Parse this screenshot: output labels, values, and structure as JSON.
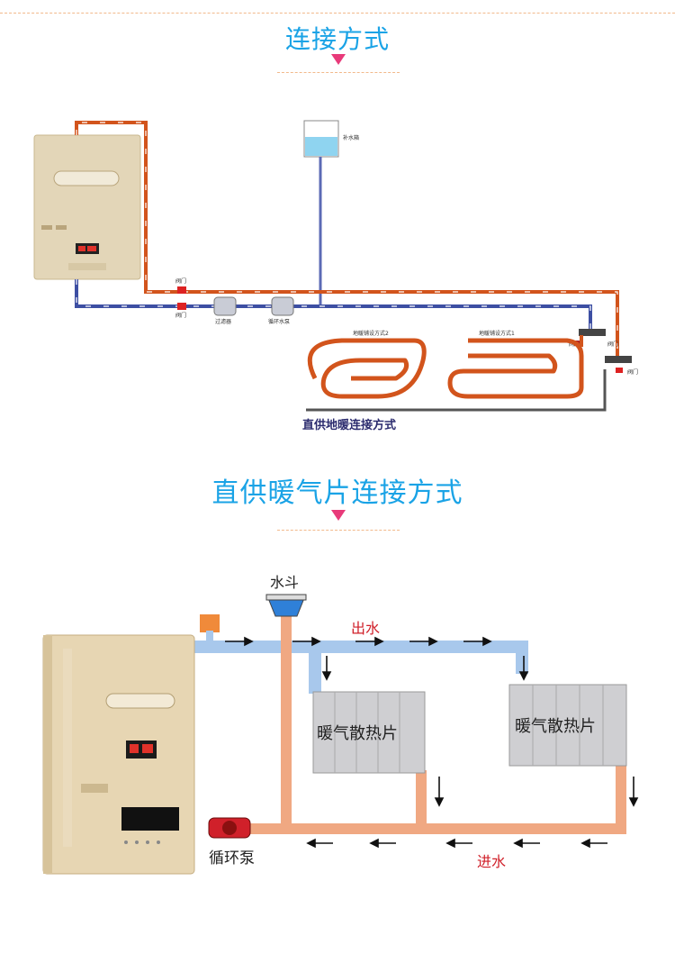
{
  "section1": {
    "title": "连接方式",
    "labels": {
      "water_tank": "补水箱",
      "valve_top": "阀门",
      "valve_bottom": "阀门",
      "filter": "过滤器",
      "pump": "循环水泵",
      "floor_method2": "地暖铺设方式2",
      "floor_method1": "地暖铺设方式1",
      "valve_right1": "阀门",
      "valve_right2": "阀门",
      "valve_right3": "阀门",
      "caption": "直供地暖连接方式"
    }
  },
  "section2": {
    "title": "直供暖气片连接方式",
    "labels": {
      "water_bucket": "水斗",
      "water_out": "出水",
      "radiator1": "暖气散热片",
      "radiator2": "暖气散热片",
      "pump": "循环泵",
      "water_in": "进水"
    }
  },
  "colors": {
    "title_blue": "#1aa3e6",
    "accent_pink": "#e83a7a",
    "hot_pipe": "#d2541c",
    "cold_pipe": "#3d4fa3",
    "pipe_light_blue": "#a8c8ec",
    "pipe_orange": "#f0a882",
    "label_red": "#d0202a"
  }
}
